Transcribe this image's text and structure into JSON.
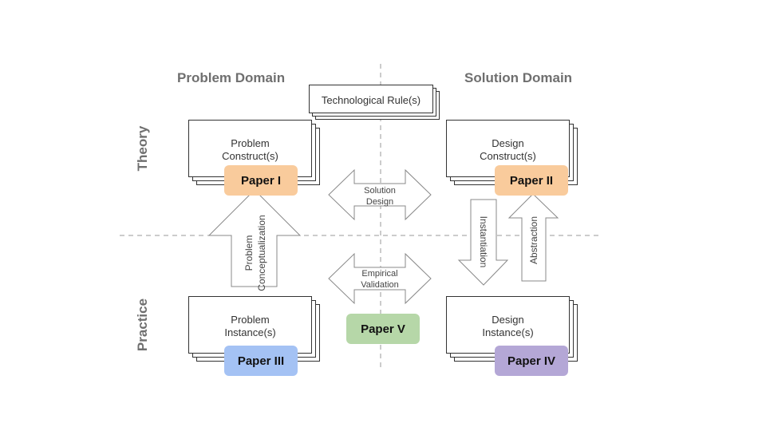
{
  "headings": {
    "problem_domain": "Problem Domain",
    "solution_domain": "Solution Domain",
    "theory": "Theory",
    "practice": "Practice"
  },
  "cards": {
    "technological_rule": "Technological Rule(s)",
    "problem_construct_l1": "Problem",
    "problem_construct_l2": "Construct(s)",
    "design_construct_l1": "Design",
    "design_construct_l2": "Construct(s)",
    "problem_instance_l1": "Problem",
    "problem_instance_l2": "Instance(s)",
    "design_instance_l1": "Design",
    "design_instance_l2": "Instance(s)"
  },
  "papers": {
    "p1": {
      "label": "Paper I",
      "color": "#f9cb9c"
    },
    "p2": {
      "label": "Paper II",
      "color": "#f9cb9c"
    },
    "p3": {
      "label": "Paper III",
      "color": "#a4c2f4"
    },
    "p4": {
      "label": "Paper IV",
      "color": "#b4a7d6"
    },
    "p5": {
      "label": "Paper V",
      "color": "#b6d7a8"
    }
  },
  "arrows": {
    "solution_design_l1": "Solution",
    "solution_design_l2": "Design",
    "empirical_validation_l1": "Empirical",
    "empirical_validation_l2": "Validation",
    "problem_conceptualization_l1": "Problem",
    "problem_conceptualization_l2": "Conceptualization",
    "instantiation": "Instantiation",
    "abstraction": "Abstraction"
  }
}
